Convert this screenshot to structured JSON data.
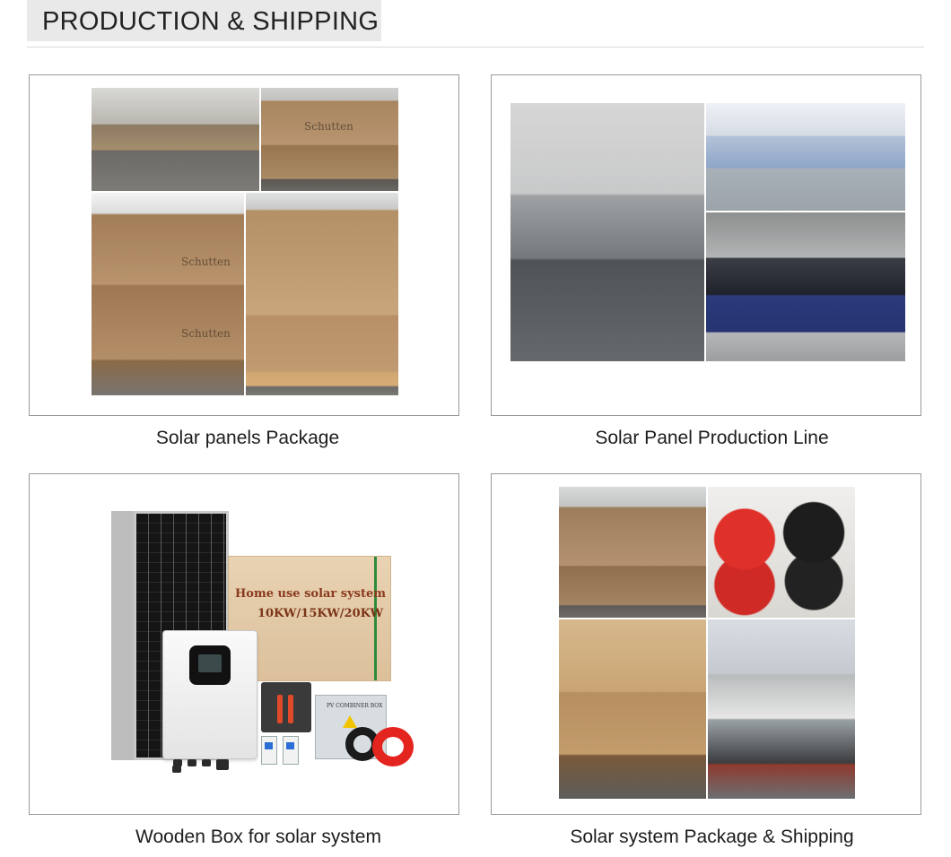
{
  "header": {
    "title": "PRODUCTION & SHIPPING"
  },
  "captions": {
    "top_left": "Solar panels Package",
    "top_right": "Solar Panel Production Line",
    "bottom_left": "Wooden Box for solar system",
    "bottom_right": "Solar system Package & Shipping"
  },
  "product_box": {
    "line1": "Home use solar system",
    "line2": "10KW/15KW/20KW",
    "combiner_label": "PV COMBINER BOX"
  },
  "brand": "Schutten"
}
